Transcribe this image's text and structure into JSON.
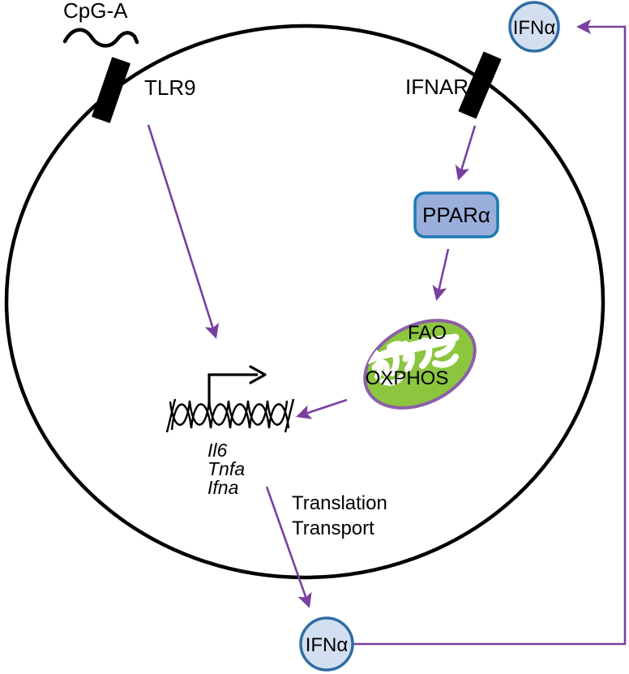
{
  "diagram": {
    "title": "CpG-A / TLR9 interferon feedback signaling in a cell",
    "ligand": {
      "name": "CpG-A",
      "label": "CpG-A",
      "icon": "dna-squiggle-icon"
    },
    "receptors": [
      {
        "id": "tlr9",
        "label": "TLR9",
        "icon": "membrane-receptor-icon"
      },
      {
        "id": "ifnar",
        "label": "IFNAR",
        "icon": "membrane-receptor-icon"
      }
    ],
    "cytokines": [
      {
        "id": "ifna-extracellular-top",
        "label": "IFNα",
        "icon": "cytokine-circle-icon"
      },
      {
        "id": "ifna-extracellular-bottom",
        "label": "IFNα",
        "icon": "cytokine-circle-icon"
      }
    ],
    "nuclear_receptor": {
      "id": "ppara",
      "label": "PPARα",
      "icon": "rounded-box-icon"
    },
    "organelle": {
      "id": "mitochondrion",
      "icon": "mitochondrion-icon",
      "labels": [
        {
          "id": "fao",
          "label": "FAO"
        },
        {
          "id": "oxphos",
          "label": "OXPHOS"
        }
      ]
    },
    "gene_locus": {
      "icon": "dna-helix-icon",
      "promoter_icon": "transcription-arrow-icon",
      "genes": [
        {
          "id": "il6",
          "label": "Il6"
        },
        {
          "id": "tnfa",
          "label": "Tnfa"
        },
        {
          "id": "ifna",
          "label": "Ifna"
        }
      ]
    },
    "process_labels": [
      {
        "id": "translation",
        "label": "Translation"
      },
      {
        "id": "transport",
        "label": "Transport"
      }
    ],
    "cell": {
      "id": "cell-membrane",
      "icon": "cell-membrane-icon"
    },
    "arrows": [
      {
        "id": "tlr9-to-gene",
        "from": "tlr9",
        "to": "gene_locus"
      },
      {
        "id": "ifnar-to-ppara",
        "from": "ifnar",
        "to": "ppara"
      },
      {
        "id": "ppara-to-mitochondrion",
        "from": "ppara",
        "to": "mitochondrion"
      },
      {
        "id": "mitochondrion-to-gene",
        "from": "mitochondrion",
        "to": "gene_locus"
      },
      {
        "id": "gene-to-ifna-secretion",
        "from": "gene_locus",
        "to": "ifna-extracellular-bottom"
      },
      {
        "id": "ifna-feedback-loop",
        "from": "ifna-extracellular-bottom",
        "to": "ifna-extracellular-top"
      }
    ]
  },
  "colors": {
    "arrow_purple": "#7b3fa0",
    "cytokine_fill": "#d3dff0",
    "cytokine_stroke": "#2f6ca3",
    "ppara_fill": "#9aaedb",
    "ppara_stroke": "#1f7ab5",
    "mitochondrion_fill": "#8cc63f",
    "mitochondrion_stroke": "#8c5fa8",
    "cristae_fill": "#ffffff",
    "membrane_stroke": "#000000",
    "receptor_fill": "#000000",
    "text": "#000000",
    "background": "#ffffff"
  }
}
